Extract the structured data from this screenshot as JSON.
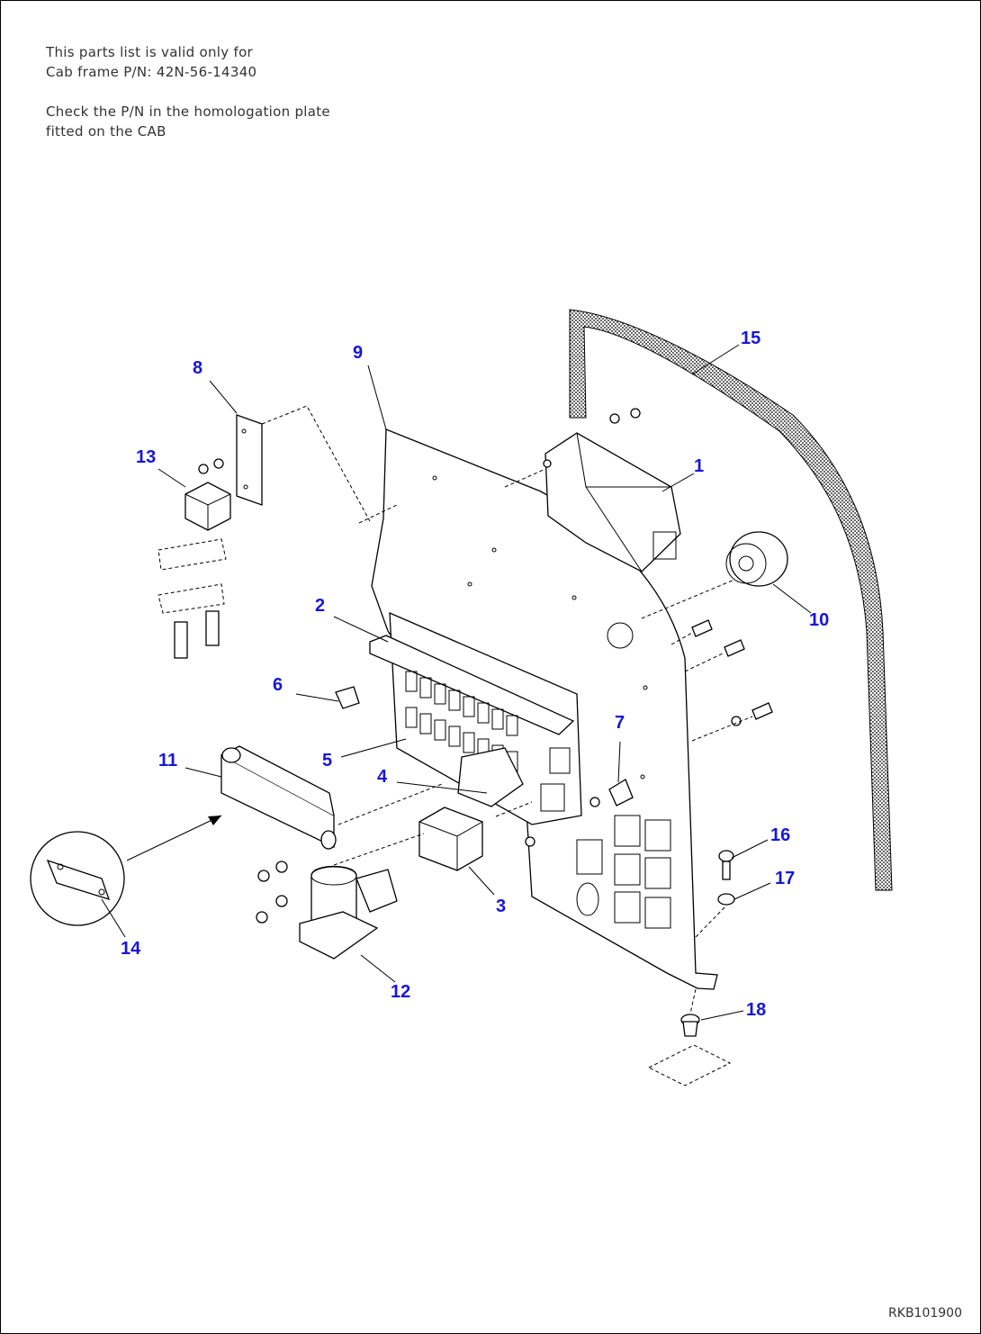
{
  "notes": {
    "line1": "This parts list is valid only for",
    "line2": "Cab frame P/N: 42N-56-14340",
    "line3": "Check the P/N in the homologation plate",
    "line4": "fitted on the CAB"
  },
  "drawing_code": "RKB101900",
  "colors": {
    "callout": "#1616d8",
    "line": "#000000"
  },
  "callouts": {
    "c1": "1",
    "c2": "2",
    "c3": "3",
    "c4": "4",
    "c5": "5",
    "c6": "6",
    "c7": "7",
    "c8": "8",
    "c9": "9",
    "c10": "10",
    "c11": "11",
    "c12": "12",
    "c13": "13",
    "c14": "14",
    "c15": "15",
    "c16": "16",
    "c17": "17",
    "c18": "18"
  }
}
